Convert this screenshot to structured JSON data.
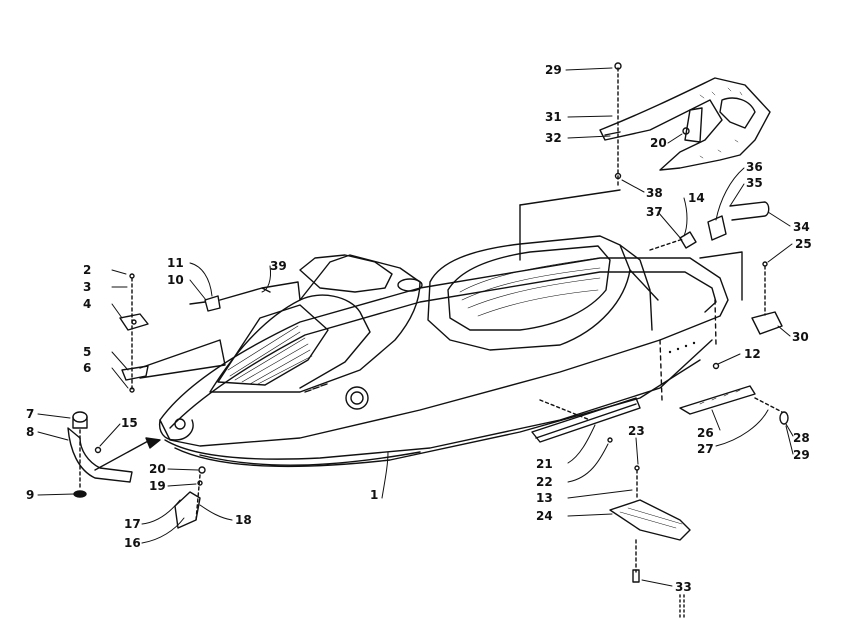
{
  "diagram": {
    "ink_color": "#111111",
    "parts": {
      "p1": "1",
      "p2": "2",
      "p3": "3",
      "p4": "4",
      "p5": "5",
      "p6": "6",
      "p7": "7",
      "p8": "8",
      "p9": "9",
      "p10": "10",
      "p11": "11",
      "p12": "12",
      "p13": "13",
      "p14": "14",
      "p15": "15",
      "p16": "16",
      "p17": "17",
      "p18": "18",
      "p19": "19",
      "p20a": "20",
      "p20b": "20",
      "p21": "21",
      "p22": "22",
      "p23": "23",
      "p24": "24",
      "p25": "25",
      "p26": "26",
      "p27": "27",
      "p28": "28",
      "p29a": "29",
      "p29b": "29",
      "p30": "30",
      "p31": "31",
      "p32": "32",
      "p33": "33",
      "p34": "34",
      "p35": "35",
      "p36": "36",
      "p37": "37",
      "p38": "38",
      "p39": "39"
    }
  }
}
